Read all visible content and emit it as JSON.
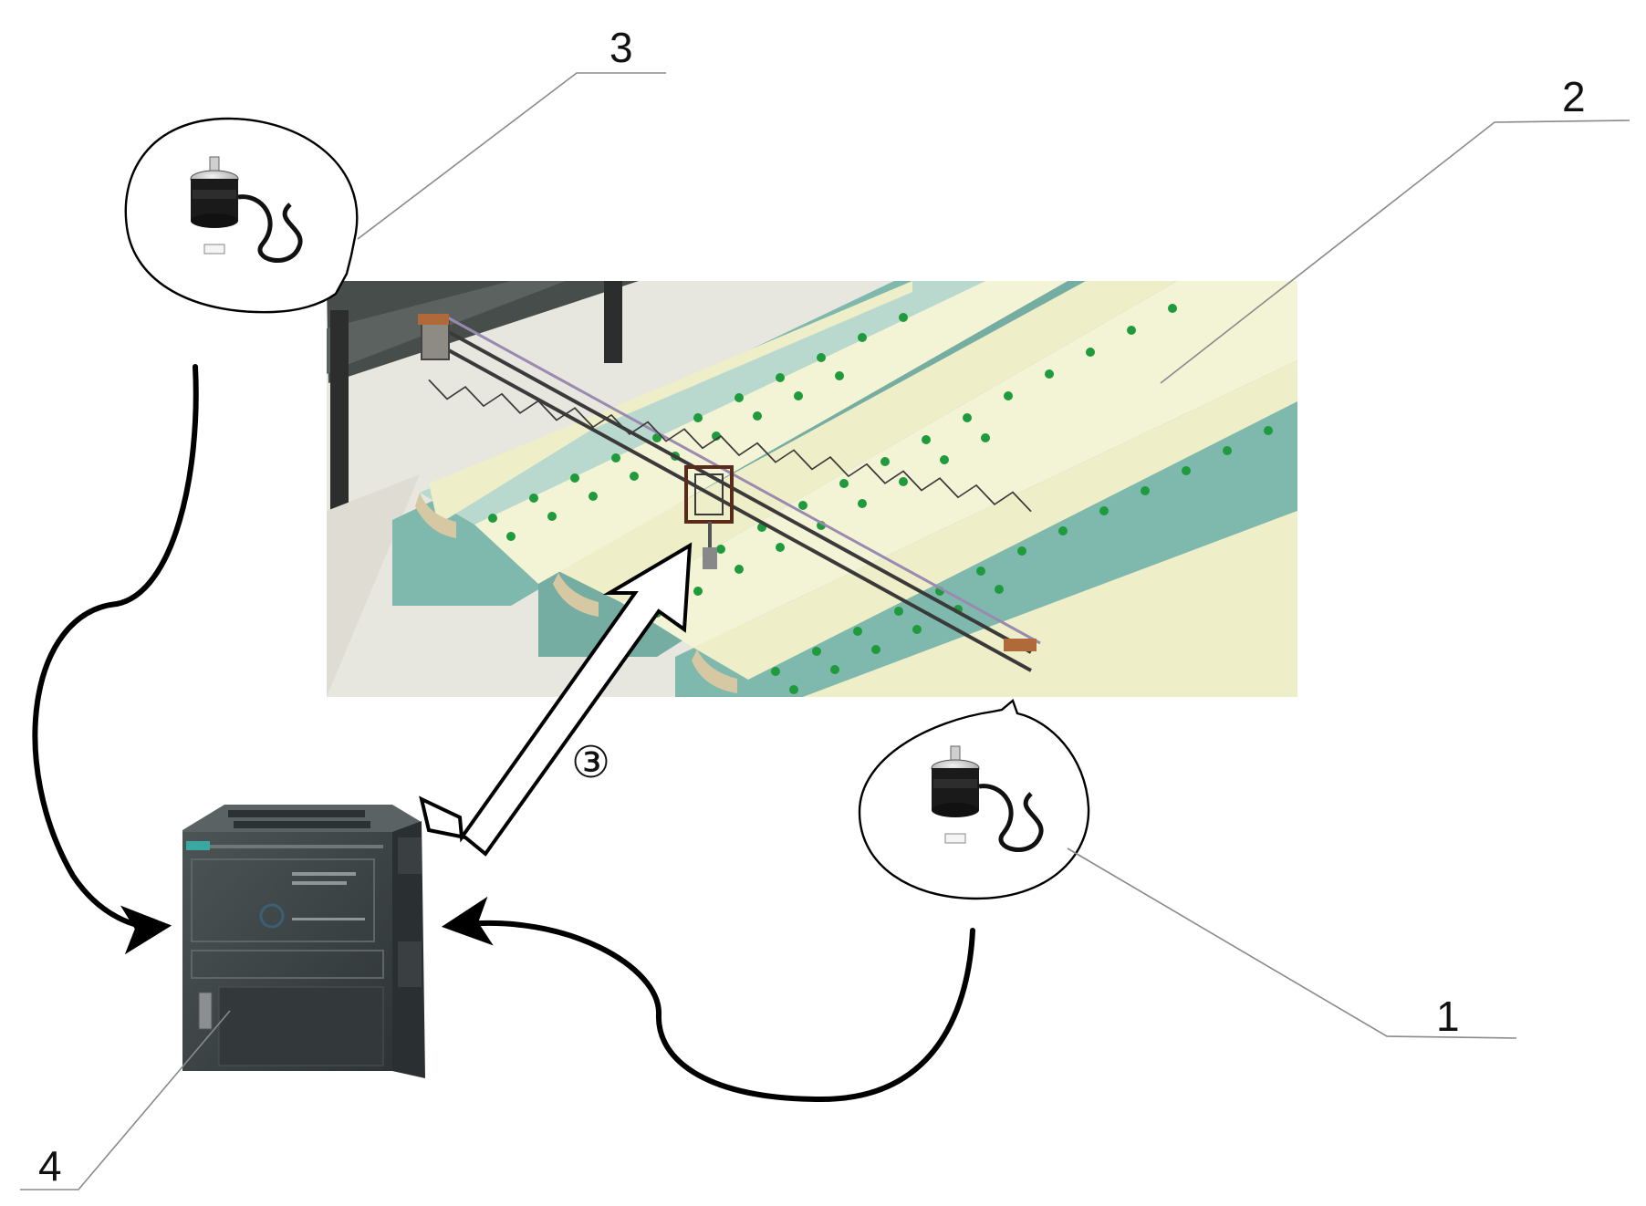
{
  "callouts": {
    "c1": "1",
    "c2": "2",
    "c3": "3",
    "c4": "4"
  },
  "signal_label": "③",
  "colors": {
    "rail_cream": "#eeeec8",
    "channel_teal": "#7fb8ad",
    "sprinkler_green": "#1f9a3c",
    "truss": "#3a3a3a",
    "plc_body": "#3d4446",
    "plc_accent": "#3aa8a0",
    "encoder_body": "#1a1a1a"
  },
  "icons": [
    "encoder-icon",
    "plc-icon",
    "greenhouse-scene"
  ]
}
